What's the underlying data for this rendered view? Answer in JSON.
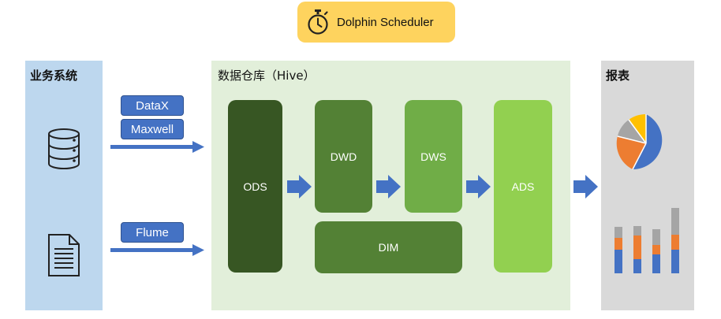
{
  "scheduler": {
    "label": "Dolphin Scheduler",
    "icon": "stopwatch-icon"
  },
  "source_panel": {
    "title": "业务系统",
    "icons": [
      "database-icon",
      "document-icon"
    ]
  },
  "tools": {
    "top": [
      "DataX",
      "Maxwell"
    ],
    "bottom": [
      "Flume"
    ]
  },
  "warehouse": {
    "title": "数据仓库（Hive）",
    "layers": {
      "ods": "ODS",
      "dwd": "DWD",
      "dws": "DWS",
      "ads": "ADS",
      "dim": "DIM"
    }
  },
  "report_panel": {
    "title": "报表",
    "icons": [
      "pie-chart-icon",
      "stacked-bar-chart-icon"
    ]
  },
  "colors": {
    "scheduler": "#fed35e",
    "source_bg": "#bdd7ee",
    "warehouse_bg": "#e2efda",
    "report_bg": "#d9d9d9",
    "arrow": "#4472c4",
    "ods": "#375623",
    "dwd": "#538135",
    "dws": "#70ad47",
    "ads": "#92d050",
    "dim": "#538135"
  }
}
